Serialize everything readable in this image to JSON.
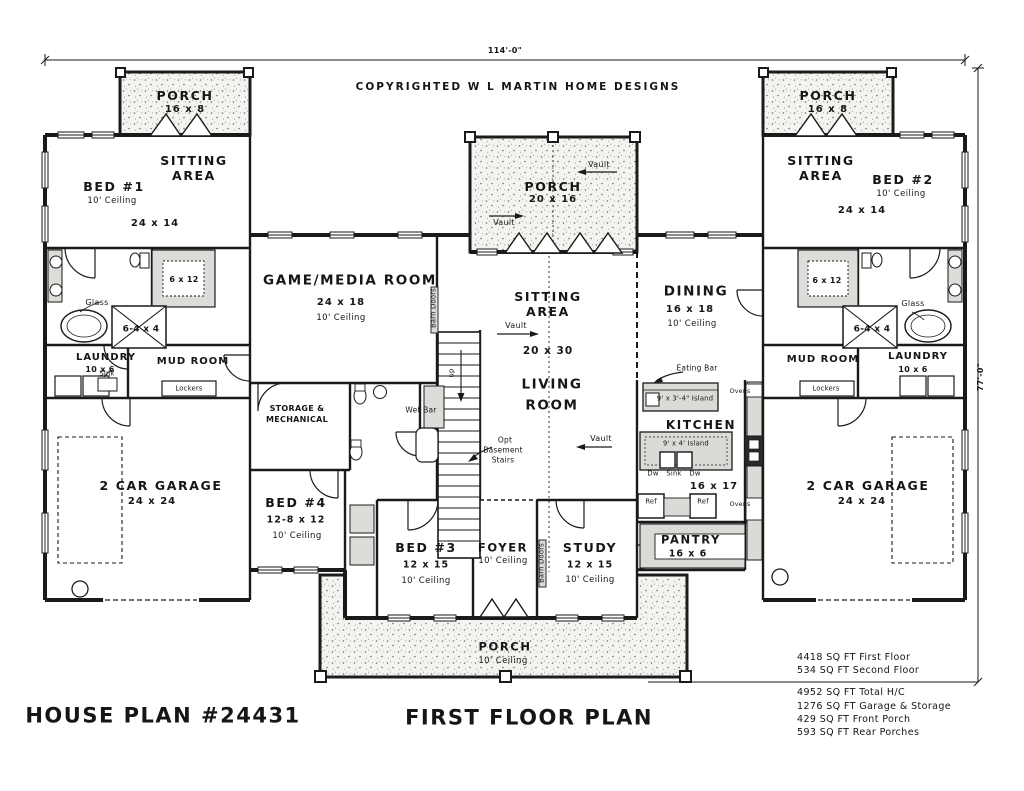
{
  "titles": {
    "copyright": "COPYRIGHTED W L MARTIN HOME DESIGNS",
    "house_plan": "HOUSE PLAN #24431",
    "floor_plan": "FIRST FLOOR PLAN"
  },
  "dims": {
    "width": "114'-0\"",
    "height": "77'-0\""
  },
  "sqft": {
    "lines": [
      "4418 SQ FT First Floor",
      "534 SQ FT Second Floor",
      "4952 SQ FT Total H/C",
      "1276 SQ FT Garage & Storage",
      "429 SQ FT Front Porch",
      "593 SQ FT Rear Porches"
    ]
  },
  "labels": {
    "porch": "PORCH",
    "porch_side_dims": "16 x 8",
    "porch_rear_dims": "20 x 16",
    "sitting1": "SITTING",
    "sitting2": "AREA",
    "bed1": "BED #1",
    "bed2": "BED #2",
    "bed3": "BED #3",
    "bed4": "BED #4",
    "ceiling10": "10' Ceiling",
    "dims_24x14": "24 x 14",
    "game": "GAME/MEDIA ROOM",
    "dims_24x18": "24 x 18",
    "living1": "LIVING",
    "living2": "ROOM",
    "dims_20x30": "20 x 30",
    "dining": "DINING",
    "dims_16x18": "16 x 18",
    "kitchen": "KITCHEN",
    "dims_16x17": "16 x 17",
    "garage": "2 CAR GARAGE",
    "dims_24x24": "24 x 24",
    "laundry": "LAUNDRY",
    "dims_10x6": "10 x 6",
    "mud": "MUD ROOM",
    "storage1": "STORAGE &",
    "storage2": "MECHANICAL",
    "dims_12_8x12": "12-8 x 12",
    "dims_12x15": "12 x 15",
    "foyer": "FOYER",
    "study": "STUDY",
    "pantry": "PANTRY",
    "dims_16x6": "16 x 6",
    "vault": "Vault",
    "barn_doors": "Barn Doors",
    "wet_bar": "Wet Bar",
    "opt1": "Opt",
    "opt2": "Basement",
    "opt3": "Stairs",
    "eating_bar": "Eating Bar",
    "island_bar": "9' x 3'-4\" Island",
    "island_kitchen": "9' x 4' Island",
    "dw": "Dw",
    "sink": "Sink",
    "ref": "Ref",
    "ovens": "Ovens",
    "lockers": "Lockers",
    "glass": "Glass",
    "shower": "6-4 x 4",
    "closet": "6 x 12",
    "up": "up"
  }
}
